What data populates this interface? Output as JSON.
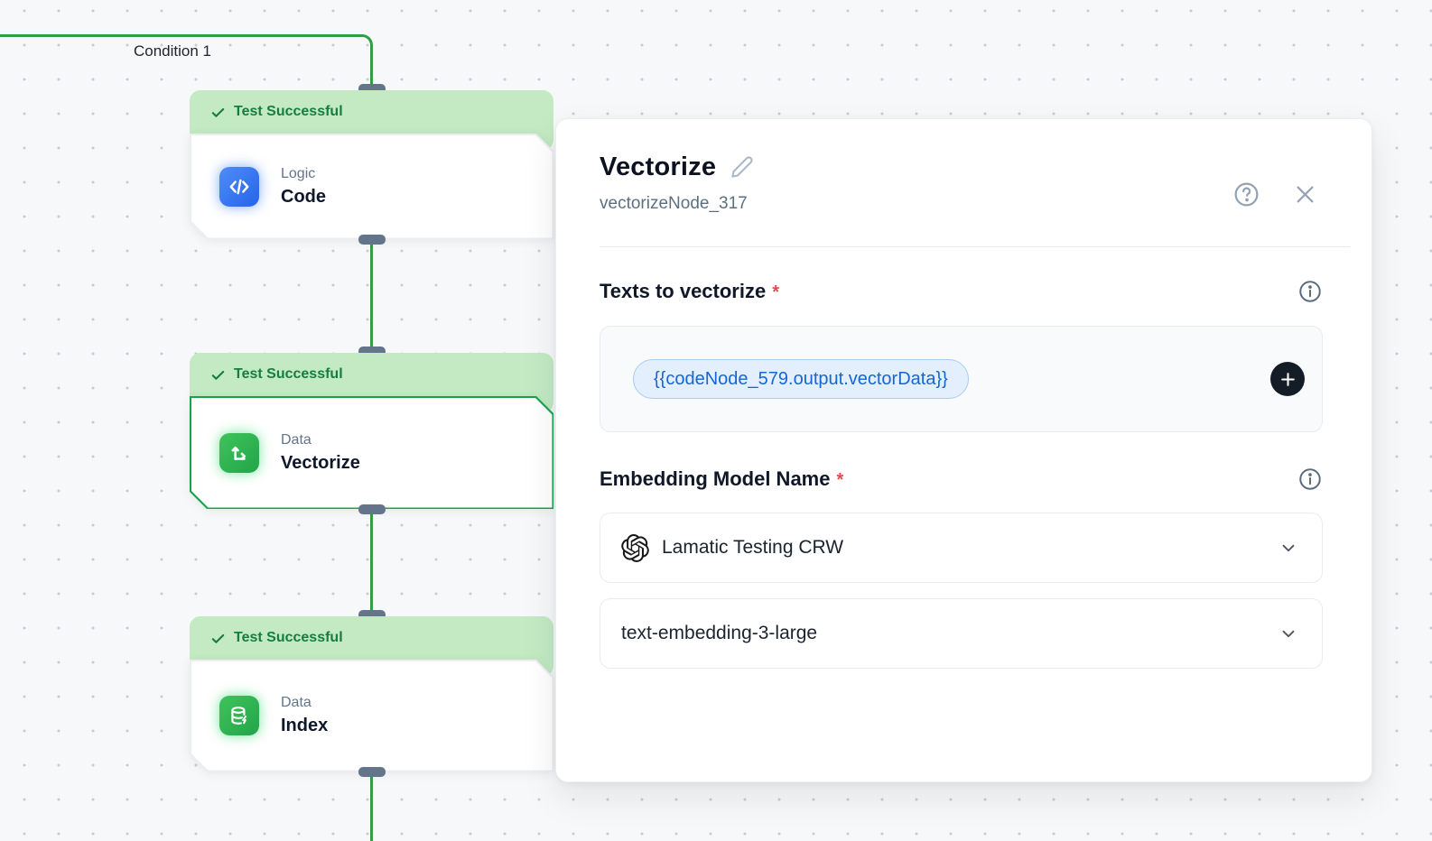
{
  "canvas": {
    "condition_label": "Condition 1",
    "nodes": [
      {
        "status": "Test Successful",
        "category": "Logic",
        "name": "Code",
        "icon": "code-icon"
      },
      {
        "status": "Test Successful",
        "category": "Data",
        "name": "Vectorize",
        "icon": "vectorize-icon"
      },
      {
        "status": "Test Successful",
        "category": "Data",
        "name": "Index",
        "icon": "database-icon"
      }
    ]
  },
  "panel": {
    "title": "Vectorize",
    "subtitle": "vectorizeNode_317",
    "texts_field": {
      "label": "Texts to vectorize",
      "required_marker": "*",
      "chip_value": "{{codeNode_579.output.vectorData}}"
    },
    "embedding_field": {
      "label": "Embedding Model Name",
      "required_marker": "*",
      "provider_value": "Lamatic Testing CRW",
      "model_value": "text-embedding-3-large"
    }
  },
  "icons": {
    "check-icon": "✓ success checkmark",
    "code-icon": "</> code glyph",
    "vectorize-icon": "axis arrows",
    "database-icon": "database cylinder with bolt",
    "pencil-icon": "edit pencil",
    "help-icon": "? in circle",
    "close-icon": "×",
    "info-icon": "i in circle",
    "plus-icon": "+",
    "openai-logo": "OpenAI knot",
    "chevron-down-icon": "v"
  },
  "colors": {
    "edge_green": "#2f9e44",
    "status_header_bg": "#c3eac3",
    "status_header_text": "#177d3d",
    "selected_node_border": "#16a34a",
    "chip_text": "#1566d6",
    "chip_bg": "#e3effc",
    "required_red": "#e5484d",
    "code_tile_blue": "#2563eb",
    "data_tile_green": "#2fb54b",
    "handle_slate": "#64748b"
  }
}
